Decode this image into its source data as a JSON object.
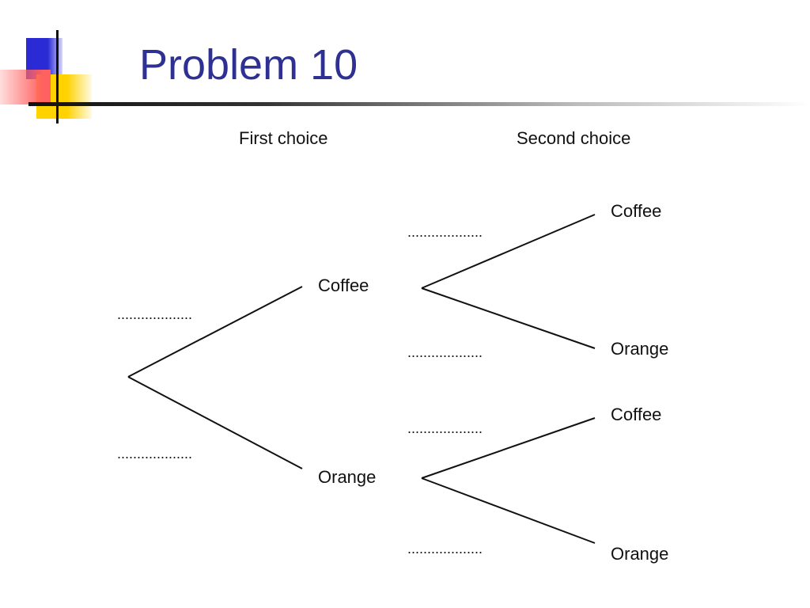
{
  "title": "Problem 10",
  "columns": {
    "first": "First choice",
    "second": "Second choice"
  },
  "first_level": [
    "Coffee",
    "Orange"
  ],
  "second_level": [
    "Coffee",
    "Orange",
    "Coffee",
    "Orange"
  ],
  "blank_placeholder": "...................",
  "colors": {
    "title": "#2e3192",
    "logo_blue": "#2b2bd6",
    "logo_yellow": "#ffd200",
    "logo_red": "#ff6060",
    "lines": "#111111"
  },
  "icons": [
    "slide-logo-icon"
  ]
}
